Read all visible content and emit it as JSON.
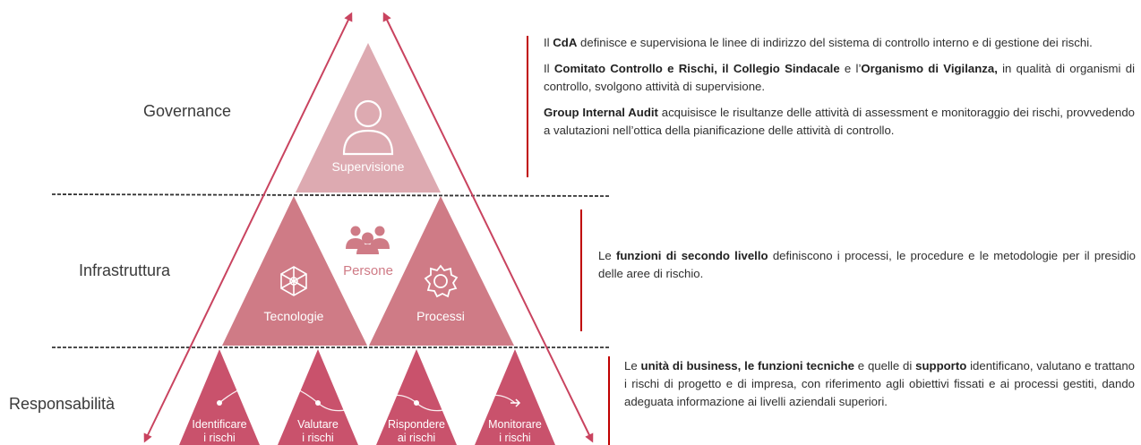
{
  "levels": {
    "governance": "Governance",
    "infrastructure": "Infrastruttura",
    "responsibility": "Responsabilità"
  },
  "triangles": {
    "supervisione": "Supervisione",
    "persone": "Persone",
    "tecnologie": "Tecnologie",
    "processi": "Processi"
  },
  "steps": [
    {
      "line1": "Identificare",
      "line2": "i rischi"
    },
    {
      "line1": "Valutare",
      "line2": "i rischi"
    },
    {
      "line1": "Rispondere",
      "line2": "ai rischi"
    },
    {
      "line1": "Monitorare",
      "line2": "i rischi"
    }
  ],
  "descriptions": {
    "governance": [
      [
        {
          "t": "Il "
        },
        {
          "t": "CdA",
          "b": true
        },
        {
          "t": " definisce e supervisiona le linee di indirizzo del sistema di controllo interno e di gestione dei rischi."
        }
      ],
      [
        {
          "t": "Il "
        },
        {
          "t": "Comitato Controllo e Rischi, il Collegio Sindacale",
          "b": true
        },
        {
          "t": " e l’"
        },
        {
          "t": "Organismo di Vigilanza,",
          "b": true
        },
        {
          "t": " in qualità di organismi di controllo, svolgono attività di supervisione."
        }
      ],
      [
        {
          "t": "Group Internal Audit",
          "b": true
        },
        {
          "t": " acquisisce le risultanze delle attività di assessment e monitoraggio dei rischi, provvedendo a valutazioni nell’ottica della pianificazione delle attività di controllo."
        }
      ]
    ],
    "infrastructure": [
      [
        {
          "t": "Le "
        },
        {
          "t": "funzioni di secondo livello",
          "b": true
        },
        {
          "t": " definiscono i processi, le procedure e le metodologie per il presidio delle aree di rischio."
        }
      ]
    ],
    "responsibility": [
      [
        {
          "t": "Le "
        },
        {
          "t": "unità di business, le funzioni tecniche",
          "b": true
        },
        {
          "t": " e quelle di "
        },
        {
          "t": "supporto",
          "b": true
        },
        {
          "t": " identificano, valutano e trattano i rischi di progetto e di impresa, con riferimento agli obiettivi fissati e ai processi gestiti, dando adeguata informazione ai livelli aziendali superiori."
        }
      ]
    ]
  },
  "colors": {
    "governance_triangle": "#ddaab1",
    "infra_triangle": "#cf7b86",
    "persone_text": "#cf7b86",
    "step_triangle": "#c9526c",
    "accent_bar": "#c00000",
    "arrows": "#c9435f"
  }
}
